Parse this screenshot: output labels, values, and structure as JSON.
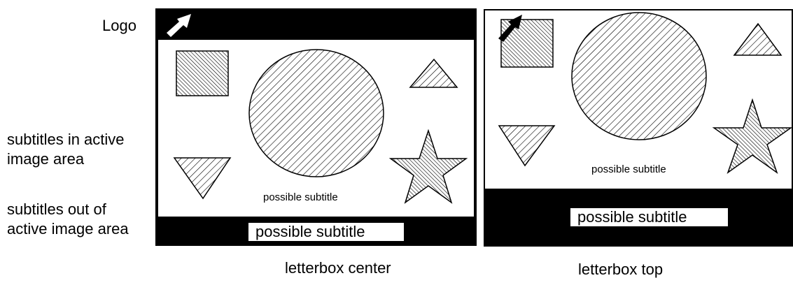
{
  "row_labels": {
    "logo": "Logo",
    "subtitles_in": "subtitles in active\nimage area",
    "subtitles_out": "subtitles out of\nactive image area"
  },
  "panels": {
    "center": {
      "caption": "letterbox center",
      "subtitle_in_image": "possible subtitle",
      "subtitle_in_bar": "possible subtitle"
    },
    "top": {
      "caption": "letterbox top",
      "subtitle_in_image": "possible subtitle",
      "subtitle_in_bar": "possible subtitle"
    }
  },
  "icons": [
    "arrow-icon",
    "square-icon",
    "circle-icon",
    "triangle-up-icon",
    "triangle-down-icon",
    "star-icon"
  ]
}
